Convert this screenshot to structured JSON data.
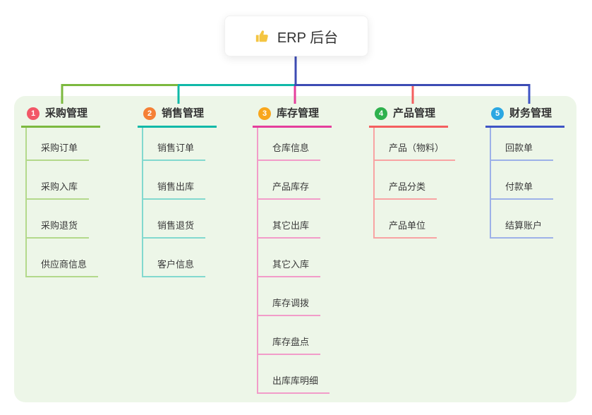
{
  "root": {
    "label": "ERP 后台",
    "icon": "thumbs-up-icon",
    "line_color": "#3d4cb4"
  },
  "panel": {
    "bg": "#edf6e8"
  },
  "branches": [
    {
      "number": "1",
      "label": "采购管理",
      "badge_color": "#f25767",
      "line_color": "#7cb93f",
      "light_color": "#b3d98b",
      "items": [
        "采购订单",
        "采购入库",
        "采购退货",
        "供应商信息"
      ]
    },
    {
      "number": "2",
      "label": "销售管理",
      "badge_color": "#f58036",
      "line_color": "#10b9a8",
      "light_color": "#82d9cf",
      "items": [
        "销售订单",
        "销售出库",
        "销售退货",
        "客户信息"
      ]
    },
    {
      "number": "3",
      "label": "库存管理",
      "badge_color": "#f9a61c",
      "line_color": "#e53e9c",
      "light_color": "#f29cc9",
      "items": [
        "仓库信息",
        "产品库存",
        "其它出库",
        "其它入库",
        "库存调拨",
        "库存盘点",
        "出库库明细"
      ]
    },
    {
      "number": "4",
      "label": "产品管理",
      "badge_color": "#2eb14d",
      "line_color": "#f45f5f",
      "light_color": "#f8a3a3",
      "items": [
        "产品（物料）",
        "产品分类",
        "产品单位"
      ]
    },
    {
      "number": "5",
      "label": "财务管理",
      "badge_color": "#2ba7e2",
      "line_color": "#3f54c5",
      "light_color": "#9db1e8",
      "items": [
        "回款单",
        "付款单",
        "结算账户"
      ]
    }
  ]
}
